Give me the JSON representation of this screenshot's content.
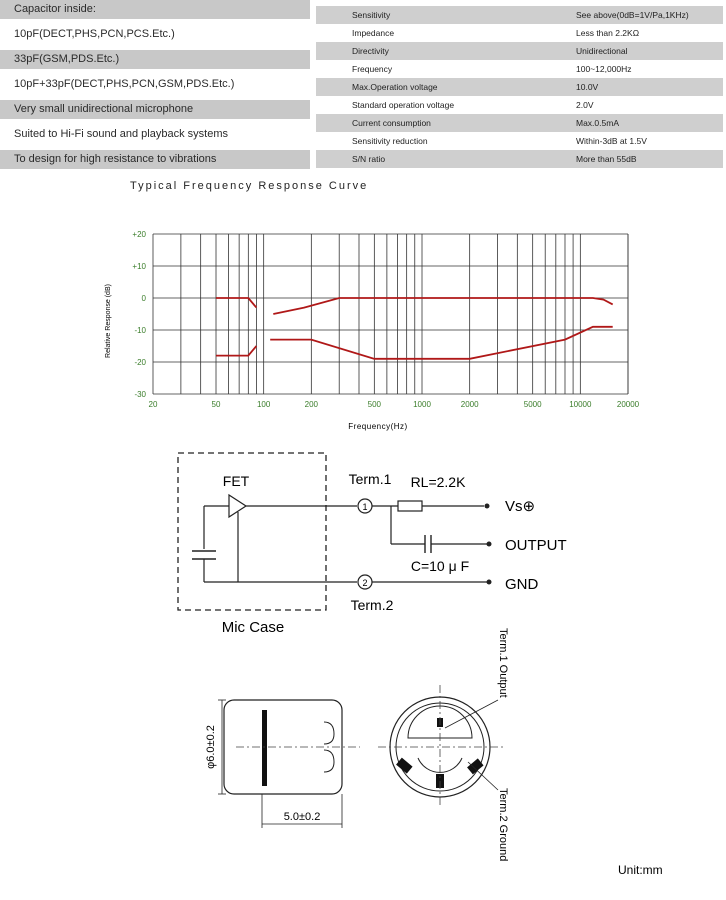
{
  "features": [
    {
      "text": "Capacitor inside:"
    },
    {
      "text": "10pF(DECT,PHS,PCN,PCS.Etc.)"
    },
    {
      "text": "33pF(GSM,PDS.Etc.)"
    },
    {
      "text": "10pF+33pF(DECT,PHS,PCN,GSM,PDS.Etc.)"
    },
    {
      "text": "Very small unidirectional microphone"
    },
    {
      "text": "Suited to Hi-Fi sound and playback systems"
    },
    {
      "text": "To design for high resistance to vibrations"
    }
  ],
  "specs": [
    {
      "key": "Sensitivity",
      "value": "See above(0dB=1V/Pa,1KHz)"
    },
    {
      "key": "Impedance",
      "value": "Less than 2.2KΩ"
    },
    {
      "key": "Directivity",
      "value": "Unidirectional"
    },
    {
      "key": "Frequency",
      "value": "100~12,000Hz"
    },
    {
      "key": "Max.Operation voltage",
      "value": "10.0V"
    },
    {
      "key": "Standard  operation  voltage",
      "value": "2.0V"
    },
    {
      "key": "Current  consumption",
      "value": "Max.0.5mA"
    },
    {
      "key": "Sensitivity reduction",
      "value": "Within-3dB at 1.5V"
    },
    {
      "key": "S/N ratio",
      "value": "More than 55dB"
    }
  ],
  "chart_title": "Typical Frequency Response Curve",
  "chart_data": {
    "type": "line",
    "title": "Typical Frequency Response Curve",
    "xlabel": "Frequency(Hz)",
    "ylabel": "Relative Response (dB)",
    "x_scale": "log",
    "xlim": [
      20,
      20000
    ],
    "ylim": [
      -30,
      20
    ],
    "x_ticks": [
      20,
      50,
      100,
      200,
      500,
      1000,
      2000,
      5000,
      10000,
      20000
    ],
    "x_tick_labels": [
      "20",
      "50",
      "100",
      "200",
      "500",
      "1000",
      "2000",
      "5000",
      "10000",
      "20000"
    ],
    "y_ticks": [
      20,
      10,
      0,
      -10,
      -20,
      -30
    ],
    "y_tick_labels": [
      "+20",
      "+10",
      "0",
      "-10",
      "-20",
      "-30"
    ],
    "line_color": "#b01818",
    "series": [
      {
        "segments": [
          {
            "x": [
              50,
              80,
              90
            ],
            "y": [
              0,
              0,
              -3
            ]
          },
          {
            "x": [
              115,
              180,
              300,
              2000,
              10000,
              12000,
              14000,
              16000
            ],
            "y": [
              -5,
              -3,
              0,
              0,
              0,
              0,
              -0.5,
              -2
            ]
          }
        ]
      },
      {
        "segments": [
          {
            "x": [
              50,
              80,
              90
            ],
            "y": [
              -18,
              -18,
              -15
            ]
          },
          {
            "x": [
              110,
              200,
              500,
              2000,
              8000,
              12000,
              16000
            ],
            "y": [
              -13,
              -13,
              -19,
              -19,
              -13,
              -9,
              -9
            ]
          }
        ]
      }
    ]
  },
  "circuit": {
    "fet": "FET",
    "term1": "Term.1",
    "term2": "Term.2",
    "rl": "RL=2.2K",
    "vs": "Vs⊕",
    "output": "OUTPUT",
    "cap": "C=10 μ F",
    "gnd": "GND",
    "mic_case": "Mic Case",
    "node1": "1",
    "node2": "2"
  },
  "drawing": {
    "diameter": "φ6.0±0.2",
    "length": "5.0±0.2",
    "term1_label": "Term.1 Output",
    "term2_label": "Term.2 Ground",
    "unit": "Unit:mm"
  }
}
